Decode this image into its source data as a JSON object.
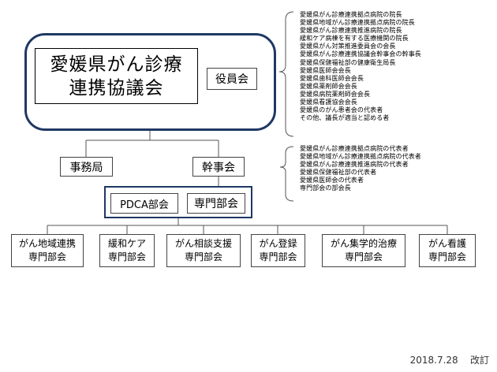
{
  "council": {
    "title_line1": "愛媛県がん診療",
    "title_line2": "連携協議会"
  },
  "officers": {
    "label": "役員会",
    "members": [
      "愛媛県がん診療連携拠点病院の院長",
      "愛媛県地域がん診療連携拠点病院の院長",
      "愛媛県がん診療連携推進病院の院長",
      "緩和ケア病棟を有する医療機関の院長",
      "愛媛県がん対策推進委員会の会長",
      "愛媛県がん診療連携協議会幹事会の幹事長",
      "愛媛県保健福祉部の健康衛生局長",
      "愛媛県医師会会長",
      "愛媛県歯科医師会会長",
      "愛媛県薬剤師会会長",
      "愛媛県病院薬剤師会会長",
      "愛媛県看護協会会長",
      "愛媛県のがん患者会の代表者",
      "その他、議長が適当と認める者"
    ]
  },
  "secretariat": {
    "label": "事務局"
  },
  "steering": {
    "label": "幹事会",
    "members": [
      "愛媛県がん診療連携拠点病院の代表者",
      "愛媛県地域がん診療連携拠点病院の代表者",
      "愛媛県がん診療連携推進病院の代表者",
      "愛媛県保健福祉部の代表者",
      "愛媛県医師会の代表者",
      "専門部会の部会長"
    ]
  },
  "pdca": {
    "label": "PDCA部会"
  },
  "specialist": {
    "label": "専門部会"
  },
  "committees": [
    {
      "line1": "がん地域連携",
      "line2": "専門部会"
    },
    {
      "line1": "緩和ケア",
      "line2": "専門部会"
    },
    {
      "line1": "がん相談支援",
      "line2": "専門部会"
    },
    {
      "line1": "がん登録",
      "line2": "専門部会"
    },
    {
      "line1": "がん集学的治療",
      "line2": "専門部会"
    },
    {
      "line1": "がん看護",
      "line2": "専門部会"
    }
  ],
  "revision": {
    "date": "2018.7.28",
    "note": "改訂"
  },
  "colors": {
    "frame": "#1f3864",
    "line": "#555555"
  }
}
